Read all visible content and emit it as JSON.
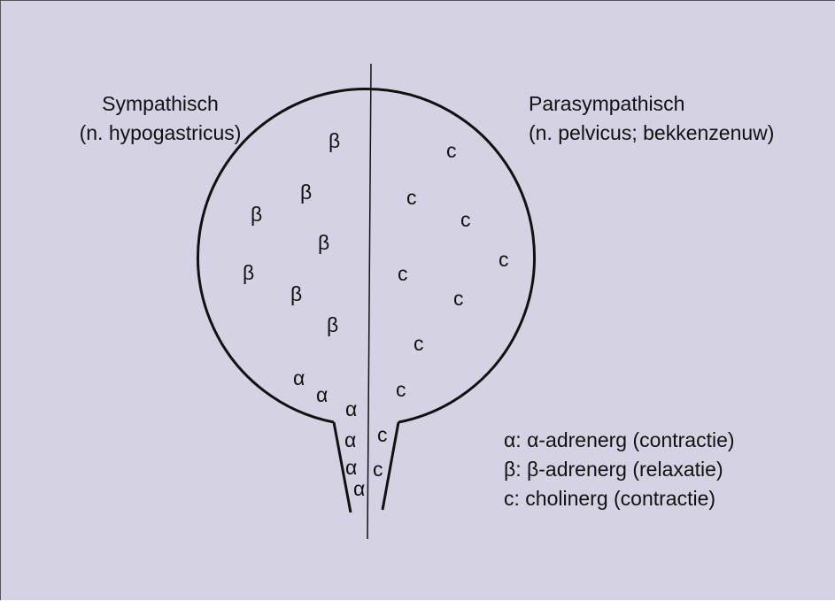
{
  "colors": {
    "background": "#d5d3e3",
    "line": "#111111",
    "text": "#111111"
  },
  "sympathetic": {
    "title": "Sympathisch",
    "nerve": "(n. hypogastricus)"
  },
  "parasympathetic": {
    "title": "Parasympathisch",
    "nerve": "(n. pelvicus; bekkenzenuw)"
  },
  "receptors": {
    "beta": "β",
    "alpha": "α",
    "cholinergic": "c"
  },
  "legend": [
    {
      "symbol": "α:",
      "text": "α-adrenerg (contractie)"
    },
    {
      "symbol": "β:",
      "text": "β-adrenerg (relaxatie)"
    },
    {
      "symbol": "c:",
      "text": "cholinerg (contractie)"
    }
  ]
}
